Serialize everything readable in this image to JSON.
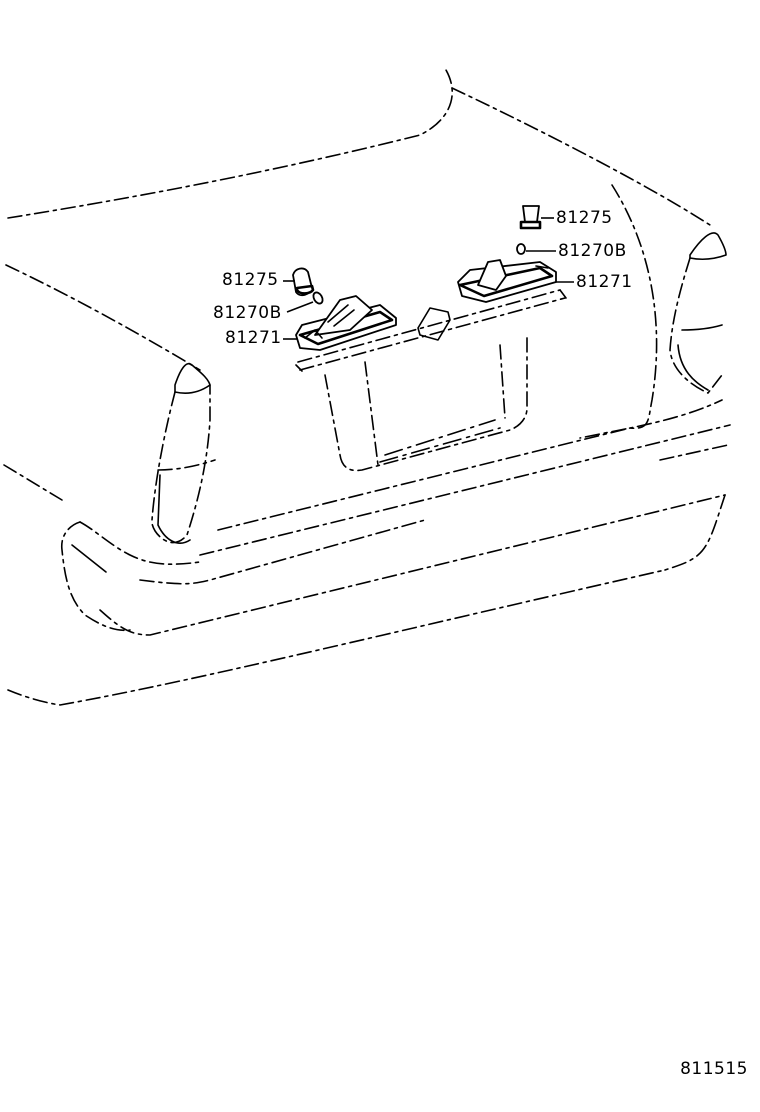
{
  "diagram": {
    "subject": "Rear trunk lid and bumper with license plate lamps (exploded view)",
    "stroke_color": "#000000",
    "background_color": "#ffffff",
    "callouts": {
      "left": {
        "bulb_socket": "81275",
        "bulb": "81270B",
        "lamp_assembly": "81271"
      },
      "right": {
        "bulb_socket": "81275",
        "bulb": "81270B",
        "lamp_assembly": "81271"
      }
    },
    "illustration_code": "811515"
  }
}
